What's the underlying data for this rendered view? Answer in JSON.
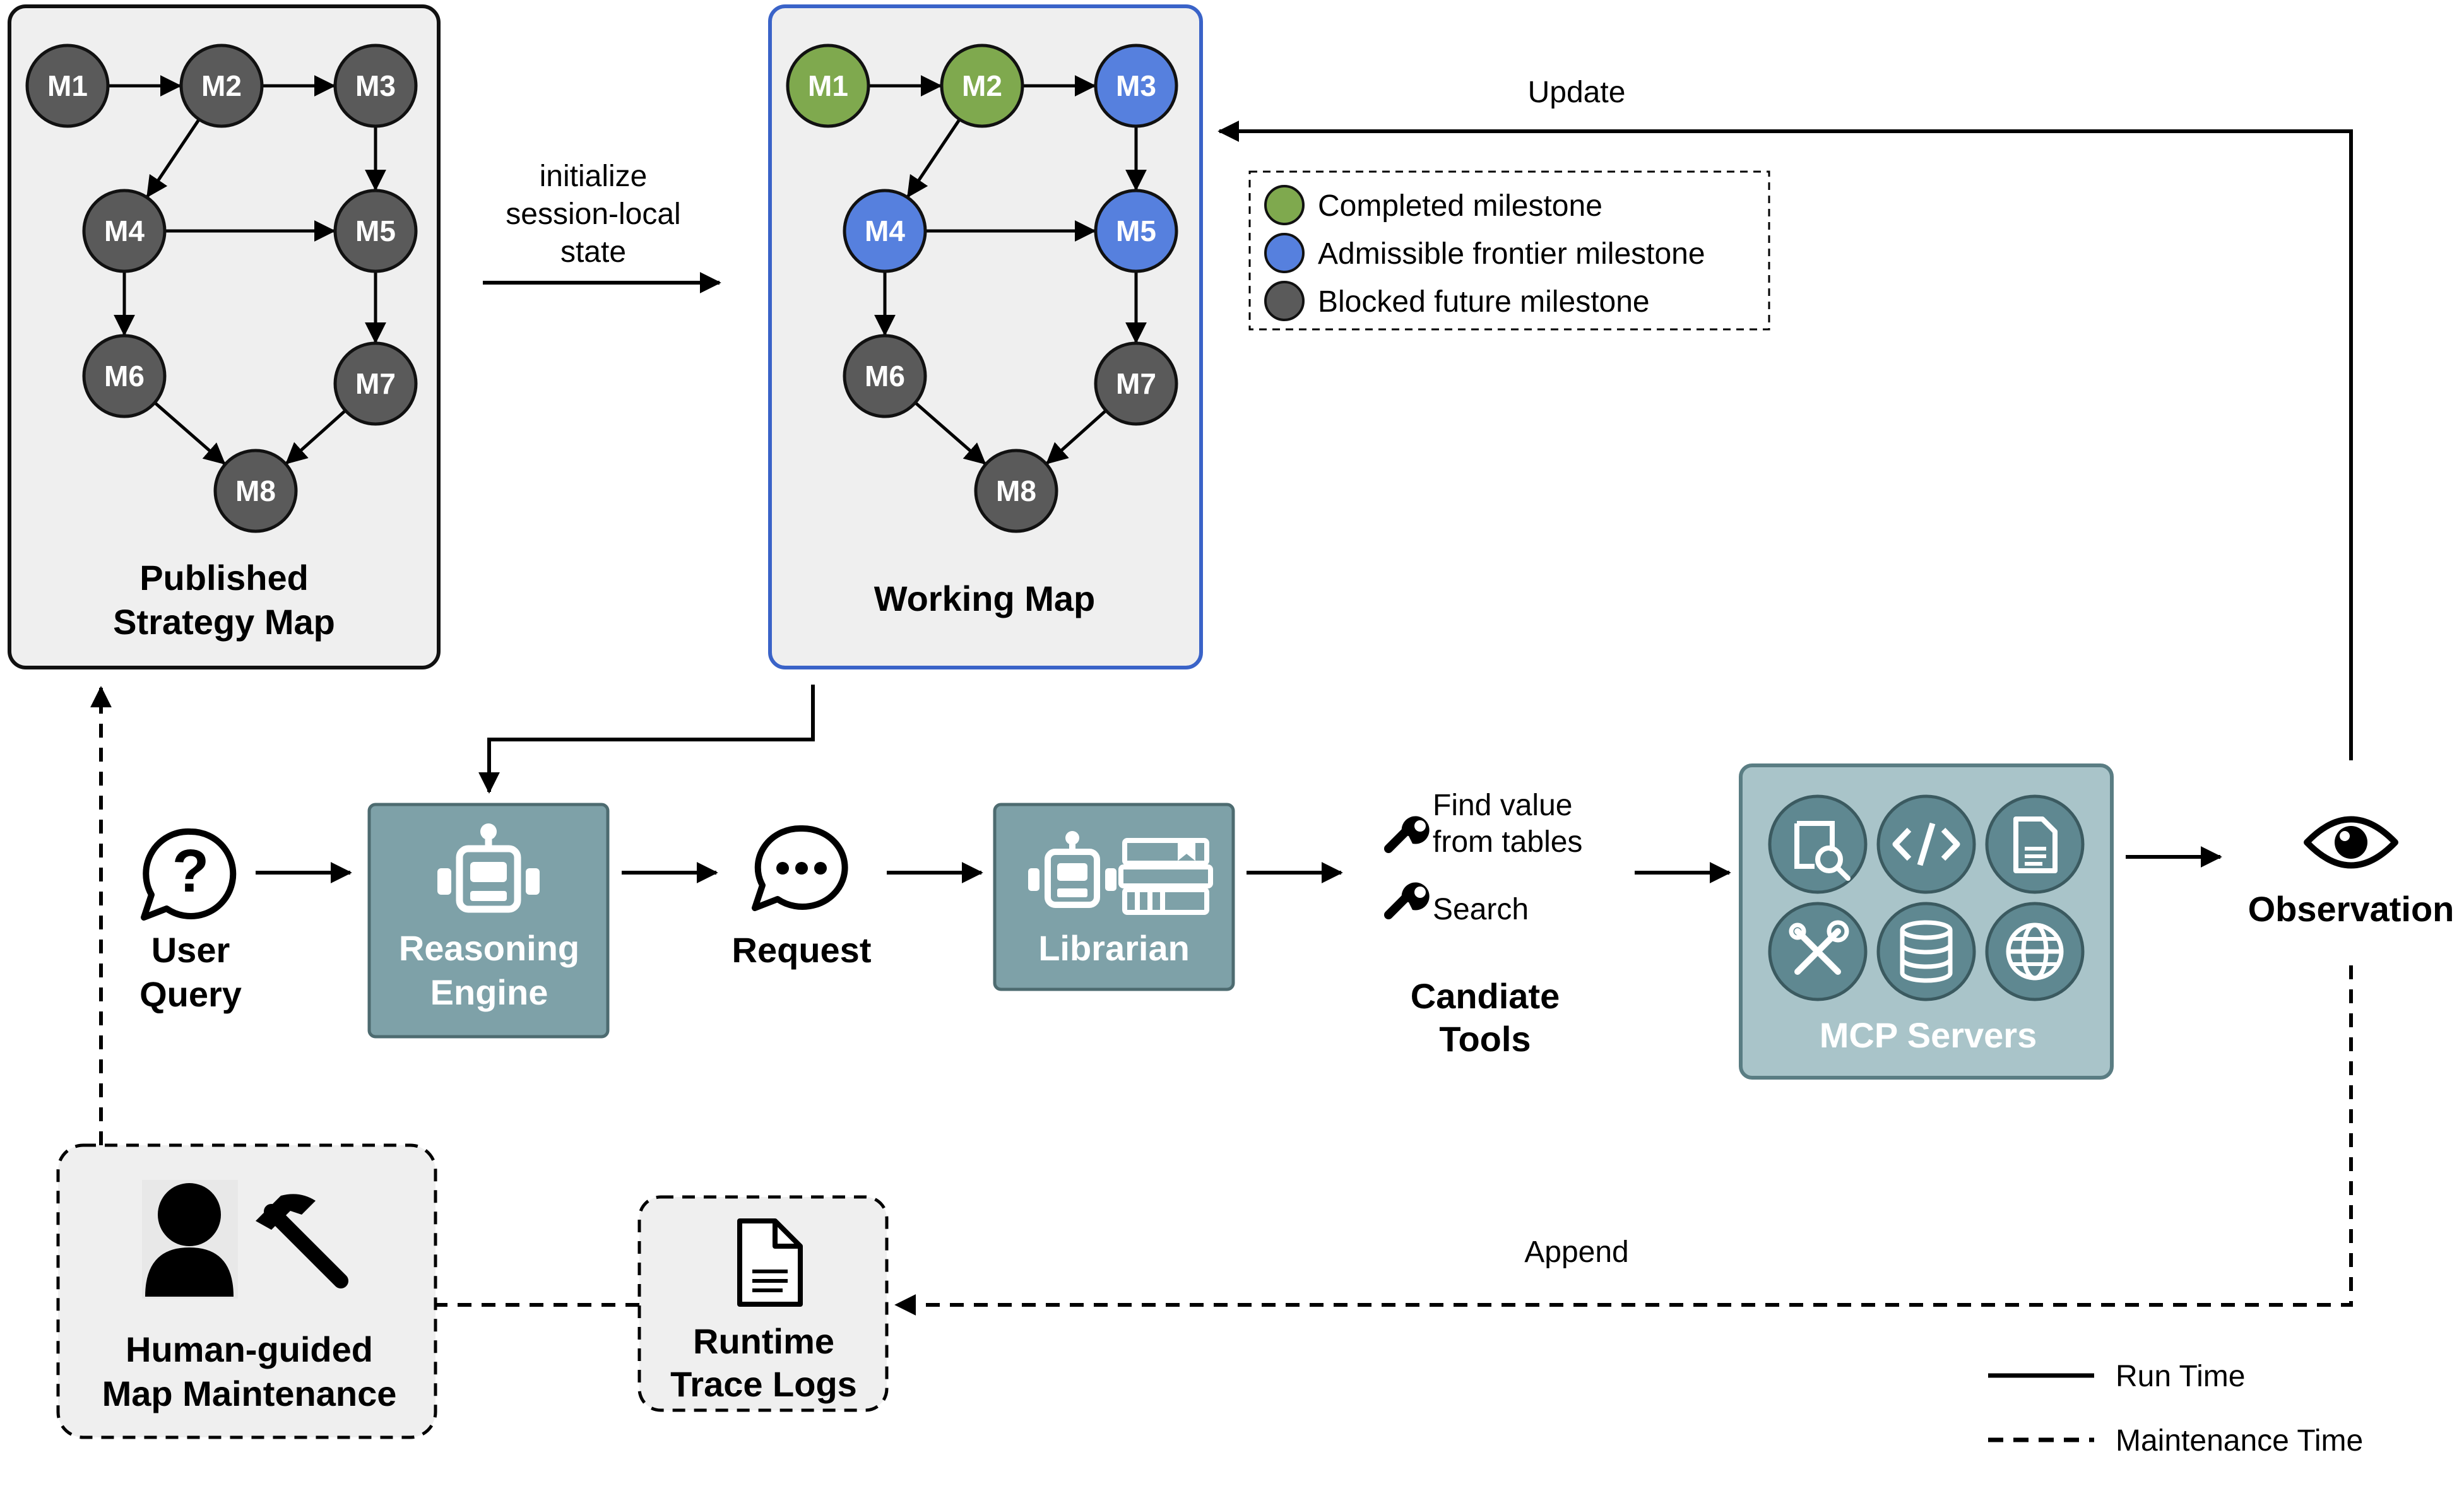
{
  "colors": {
    "completed": "#7fa94e",
    "frontier": "#5680de",
    "blocked": "#5a5a5a",
    "teal_box": "#7ea1a8",
    "teal_box_light": "#a9c4c9",
    "working_border": "#3a63c8",
    "panel_bg": "#efefef"
  },
  "published_map": {
    "title_line1": "Published",
    "title_line2": "Strategy Map",
    "nodes": [
      {
        "id": "M1",
        "state": "blocked"
      },
      {
        "id": "M2",
        "state": "blocked"
      },
      {
        "id": "M3",
        "state": "blocked"
      },
      {
        "id": "M4",
        "state": "blocked"
      },
      {
        "id": "M5",
        "state": "blocked"
      },
      {
        "id": "M6",
        "state": "blocked"
      },
      {
        "id": "M7",
        "state": "blocked"
      },
      {
        "id": "M8",
        "state": "blocked"
      }
    ]
  },
  "working_map": {
    "title": "Working Map",
    "nodes": [
      {
        "id": "M1",
        "state": "completed"
      },
      {
        "id": "M2",
        "state": "completed"
      },
      {
        "id": "M3",
        "state": "frontier"
      },
      {
        "id": "M4",
        "state": "frontier"
      },
      {
        "id": "M5",
        "state": "frontier"
      },
      {
        "id": "M6",
        "state": "blocked"
      },
      {
        "id": "M7",
        "state": "blocked"
      },
      {
        "id": "M8",
        "state": "blocked"
      }
    ]
  },
  "init_label": {
    "line1": "initialize",
    "line2": "session-local",
    "line3": "state"
  },
  "legend": {
    "completed": "Completed milestone",
    "frontier": "Admissible frontier milestone",
    "blocked": "Blocked future milestone"
  },
  "update_label": "Update",
  "append_label": "Append",
  "user_query": {
    "line1": "User",
    "line2": "Query",
    "icon": "question-bubble-icon"
  },
  "reasoning_engine": {
    "line1": "Reasoning",
    "line2": "Engine",
    "icon": "robot-icon"
  },
  "request": {
    "label": "Request",
    "icon": "chat-bubble-icon"
  },
  "librarian": {
    "label": "Librarian",
    "icon": "robot-books-icon"
  },
  "candidate_tools": {
    "tool1_line1": "Find value",
    "tool1_line2": "from tables",
    "tool2": "Search",
    "title_line1": "Candiate",
    "title_line2": "Tools",
    "icon": "wrench-icon"
  },
  "mcp_servers": {
    "label": "MCP Servers",
    "icons": [
      "search-doc-icon",
      "code-icon",
      "document-icon",
      "tools-icon",
      "database-icon",
      "globe-icon"
    ]
  },
  "observation": {
    "label": "Observation",
    "icon": "eye-icon"
  },
  "maintenance": {
    "line1": "Human-guided",
    "line2": "Map Maintenance",
    "icon": "person-hammer-icon"
  },
  "trace_logs": {
    "line1": "Runtime",
    "line2": "Trace Logs",
    "icon": "document-icon"
  },
  "line_legend": {
    "run_time": "Run Time",
    "maintenance_time": "Maintenance Time"
  }
}
